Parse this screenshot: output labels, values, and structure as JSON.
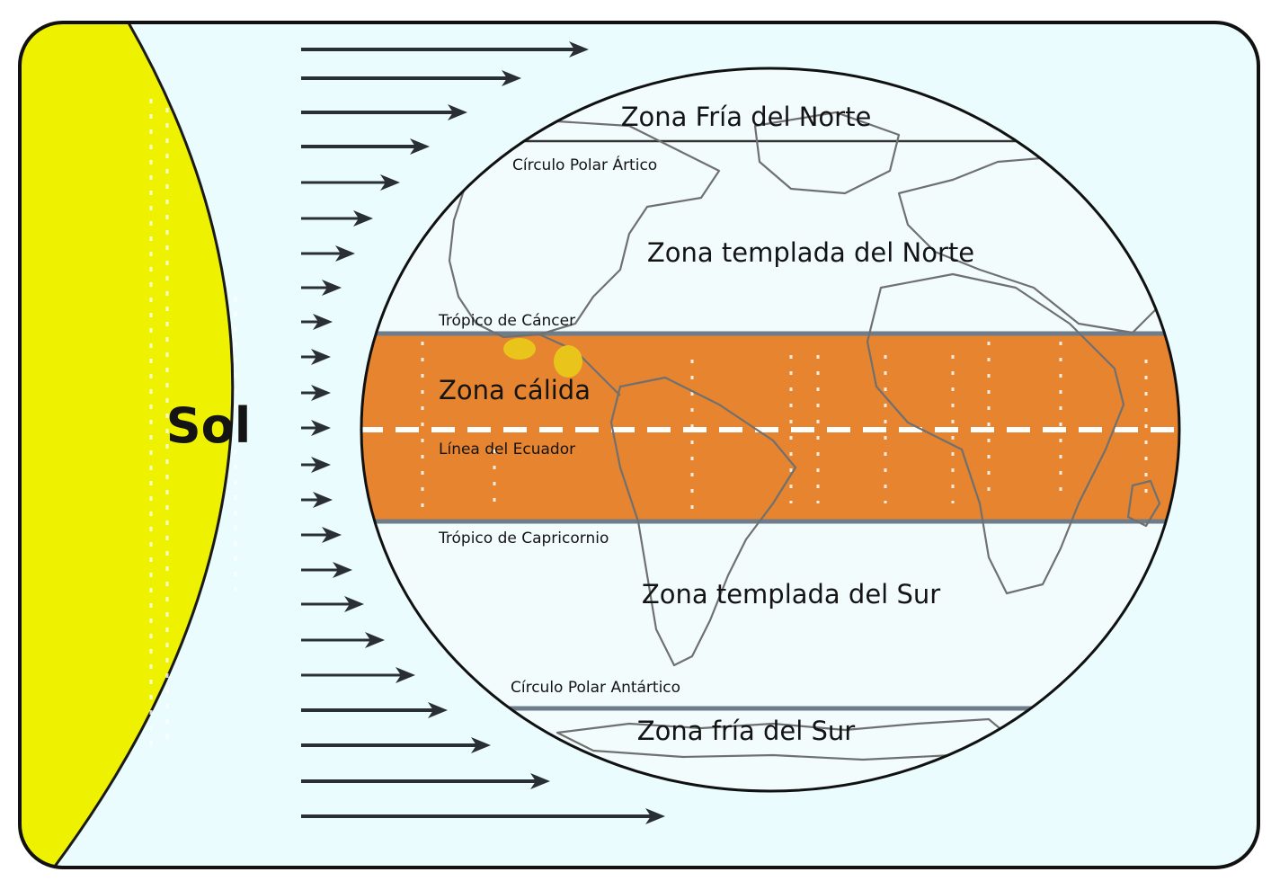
{
  "sun": {
    "label": "Sol",
    "color": "#eef200"
  },
  "colors": {
    "background": "#eafcfd",
    "frame": "#111111",
    "torrid_zone": "#e6842f",
    "tropic_line": "#6e7d8c",
    "rays": "#2a2f36",
    "land_highlight": "#e9c51c"
  },
  "zones": {
    "north_frigid": "Zona Fría del Norte",
    "north_temperate": "Zona templada del Norte",
    "torrid": "Zona cálida",
    "south_temperate": "Zona templada del Sur",
    "south_frigid": "Zona fría del Sur"
  },
  "lines": {
    "arctic_circle": "Círculo Polar Ártico",
    "tropic_cancer": "Trópico de Cáncer",
    "equator": "Línea del Ecuador",
    "tropic_capricorn": "Trópico de Capricornio",
    "antarctic_circle": "Círculo Polar Antártico"
  },
  "icons": {
    "rays": "sun-ray-arrow-icon"
  }
}
